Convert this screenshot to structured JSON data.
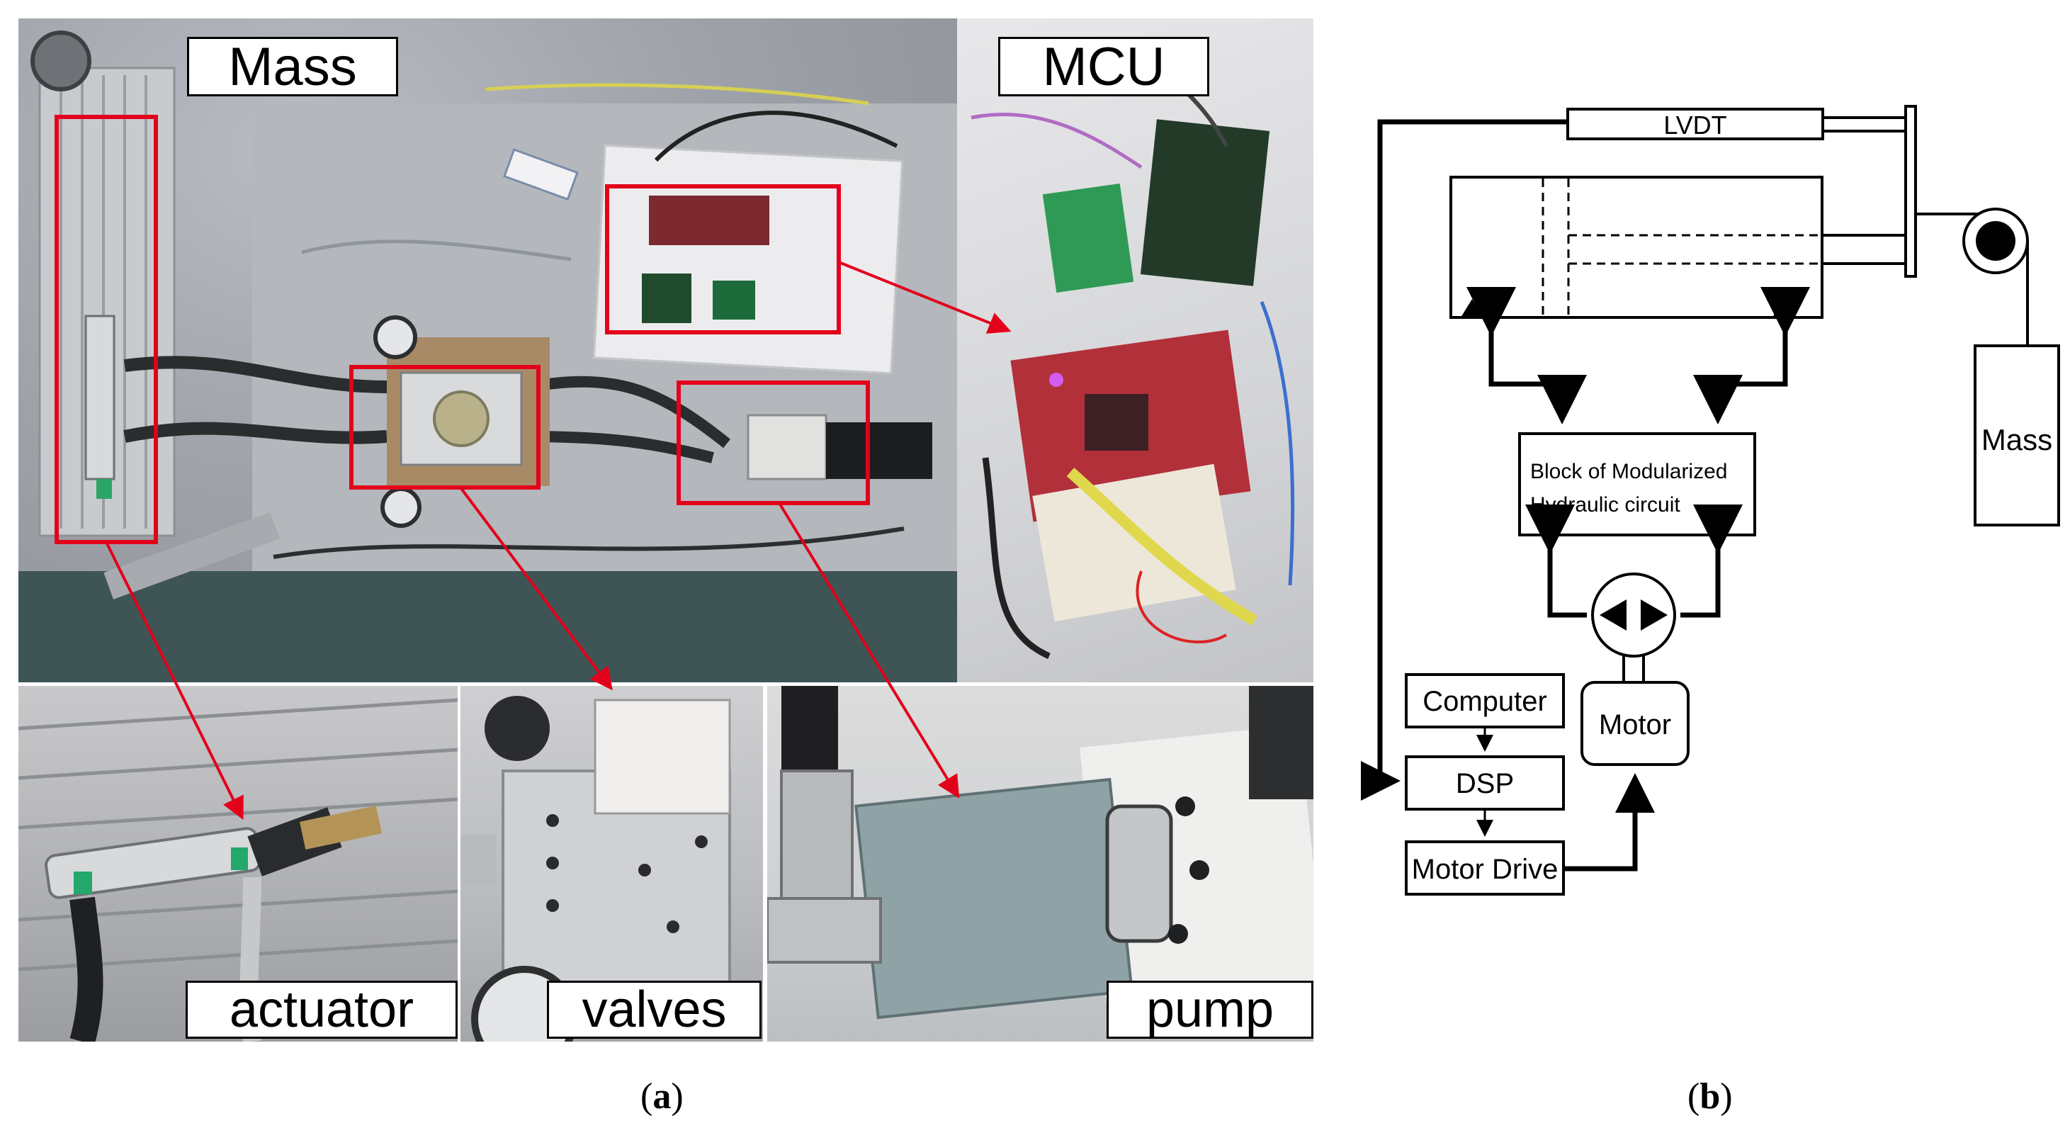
{
  "panel_a": {
    "labels": {
      "mass": "Mass",
      "mcu": "MCU",
      "actuator": "actuator",
      "valves": "valves",
      "pump": "pump"
    },
    "caption_letter": "a"
  },
  "panel_b": {
    "lvdt": "LVDT",
    "mass": "Mass",
    "block_line1": "Block of Modularized",
    "block_line2": "Hydraulic circuit",
    "computer": "Computer",
    "dsp": "DSP",
    "motor_drive": "Motor Drive",
    "motor": "Motor",
    "caption_letter": "b"
  },
  "colors": {
    "highlight": "#e3001b",
    "line": "#000000"
  }
}
